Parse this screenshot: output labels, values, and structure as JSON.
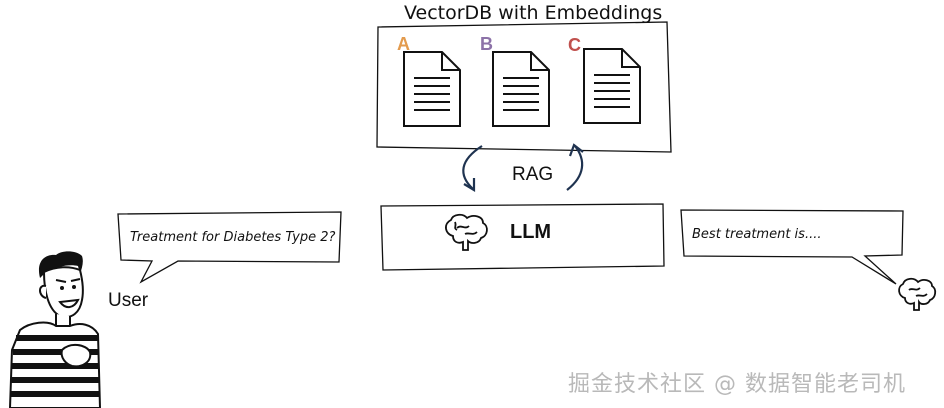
{
  "vector_db": {
    "title": "VectorDB with Embeddings",
    "documents": [
      {
        "letter": "A",
        "color": "#e39b4e"
      },
      {
        "letter": "B",
        "color": "#8c72a8"
      },
      {
        "letter": "C",
        "color": "#c0504d"
      }
    ]
  },
  "rag_label": "RAG",
  "llm_label": "LLM",
  "user": {
    "label": "User",
    "query": "Treatment for Diabetes Type 2?"
  },
  "response": {
    "text": "Best treatment is...."
  },
  "icons": [
    "document-icon",
    "brain-icon",
    "user-avatar",
    "curved-arrow-down",
    "curved-arrow-up"
  ],
  "watermark": "掘金技术社区 @ 数据智能老司机"
}
